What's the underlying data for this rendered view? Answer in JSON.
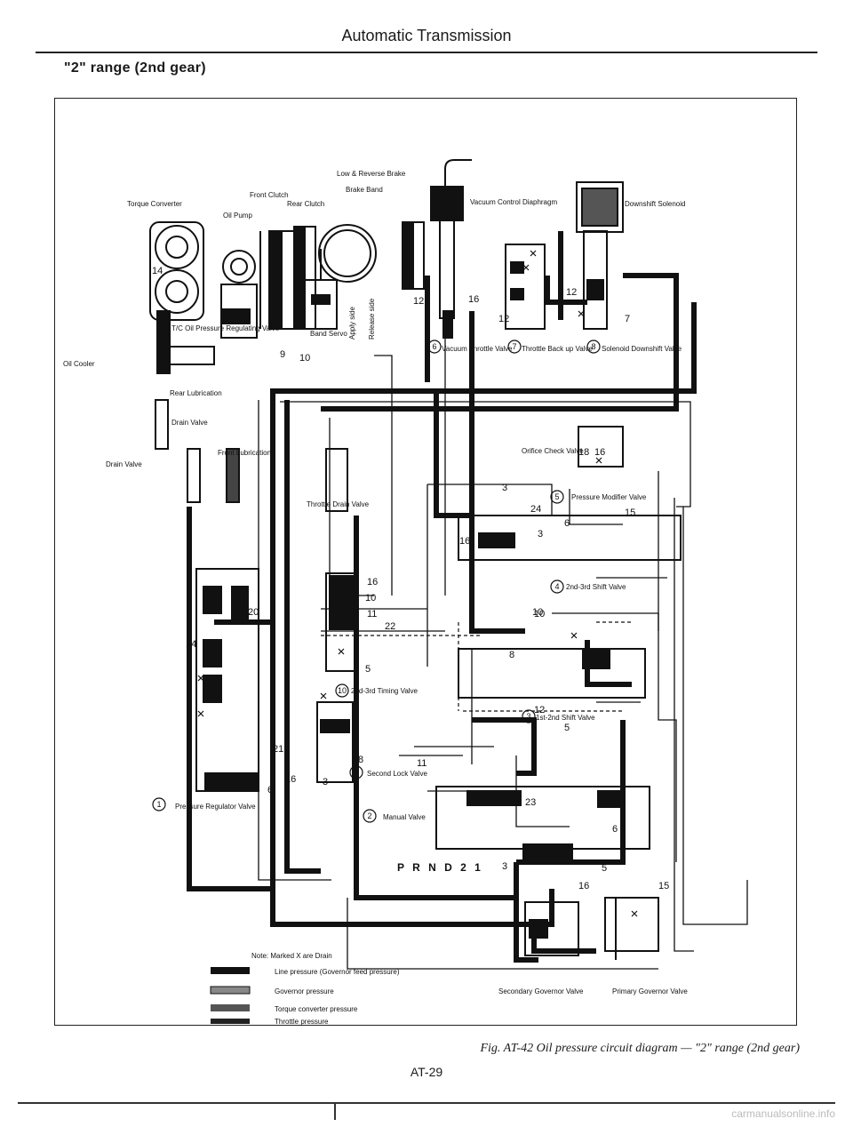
{
  "header": {
    "title": "Automatic Transmission"
  },
  "subtitle": "\"2\" range (2nd gear)",
  "diagram": {
    "labels": {
      "torque_converter": "Torque Converter",
      "oil_pump": "Oil Pump",
      "front_clutch": "Front Clutch",
      "rear_clutch": "Rear Clutch",
      "low_reverse_brake": "Low & Reverse Brake",
      "brake_band": "Brake Band",
      "vacuum_control": "Vacuum Control Diaphragm",
      "downshift_solenoid": "Downshift Solenoid",
      "tc_oil_pressure": "T/C Oil Pressure Regulating Valve",
      "oil_cooler": "Oil Cooler",
      "rear_lubrication": "Rear Lubrication",
      "drain_valve_1": "Drain Valve",
      "drain_valve_2": "Drain Valve",
      "front_lubrication": "Front Lubrication",
      "band_servo": "Band Servo",
      "apply_side": "Apply side",
      "release_side": "Release side",
      "vacuum_throttle": "Vacuum Throttle Valve",
      "throttle_back_up": "Throttle Back up Valve",
      "solenoid_downshift": "Solenoid Downshift Valve",
      "throttle_drain": "Throttle Drain Valve",
      "orifice_check": "Orifice Check Valve",
      "pressure_modifier": "Pressure Modifier Valve",
      "shift_23": "2nd-3rd Shift Valve",
      "timing_23": "2nd-3rd Timing Valve",
      "shift_12": "1st-2nd Shift Valve",
      "second_lock": "Second Lock Valve",
      "manual_valve": "Manual Valve",
      "prnd": "P R N D 2 1",
      "pressure_regulator": "Pressure Regulator Valve",
      "secondary_governor": "Secondary Governor Valve",
      "primary_governor": "Primary Governor Valve"
    },
    "numbers": [
      "1",
      "2",
      "3",
      "4",
      "5",
      "6",
      "7",
      "8",
      "9",
      "10"
    ],
    "line_numbers": [
      "14",
      "12",
      "12",
      "16",
      "12",
      "7",
      "18",
      "16",
      "3",
      "24",
      "15",
      "6",
      "3",
      "16",
      "16",
      "10",
      "10",
      "11",
      "22",
      "6",
      "20",
      "14",
      "8",
      "5",
      "12",
      "5",
      "21",
      "8",
      "6",
      "16",
      "23",
      "6",
      "3",
      "5",
      "16",
      "15",
      "10",
      "9",
      "3",
      "11",
      "10"
    ],
    "legend": {
      "note": "Note:   Marked X are Drain",
      "items": [
        "Line pressure (Governor feed pressure)",
        "Governor pressure",
        "Torque converter pressure",
        "Throttle pressure"
      ]
    }
  },
  "caption": "Fig. AT-42  Oil pressure circuit diagram — \"2\" range (2nd gear)",
  "page_number": "AT-29",
  "watermark": "carmanualsonline.info"
}
